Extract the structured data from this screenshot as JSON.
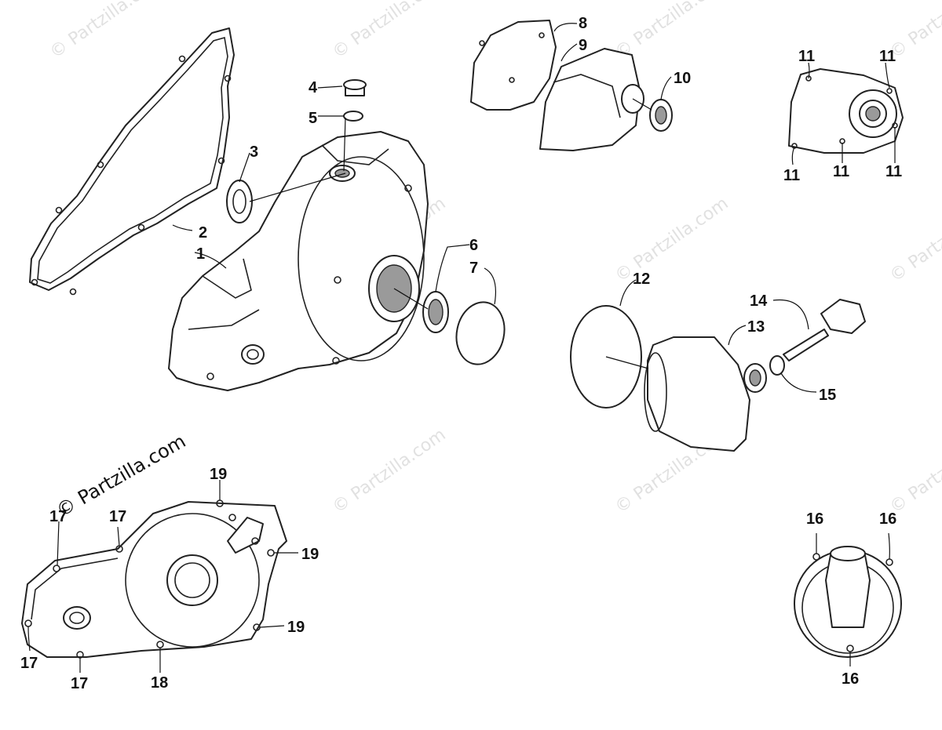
{
  "diagram": {
    "callouts": {
      "c1": "1",
      "c2": "2",
      "c3": "3",
      "c4": "4",
      "c5": "5",
      "c6": "6",
      "c7": "7",
      "c8": "8",
      "c9": "9",
      "c10": "10",
      "c11a": "11",
      "c11b": "11",
      "c11c": "11",
      "c11d": "11",
      "c11e": "11",
      "c12": "12",
      "c13": "13",
      "c14": "14",
      "c15": "15",
      "c16a": "16",
      "c16b": "16",
      "c16c": "16",
      "c17a": "17",
      "c17b": "17",
      "c17c": "17",
      "c17d": "17",
      "c18": "18",
      "c19a": "19",
      "c19b": "19",
      "c19c": "19"
    },
    "watermark": {
      "main": "© Partzilla.com",
      "faint": "© Partzilla.com"
    }
  }
}
